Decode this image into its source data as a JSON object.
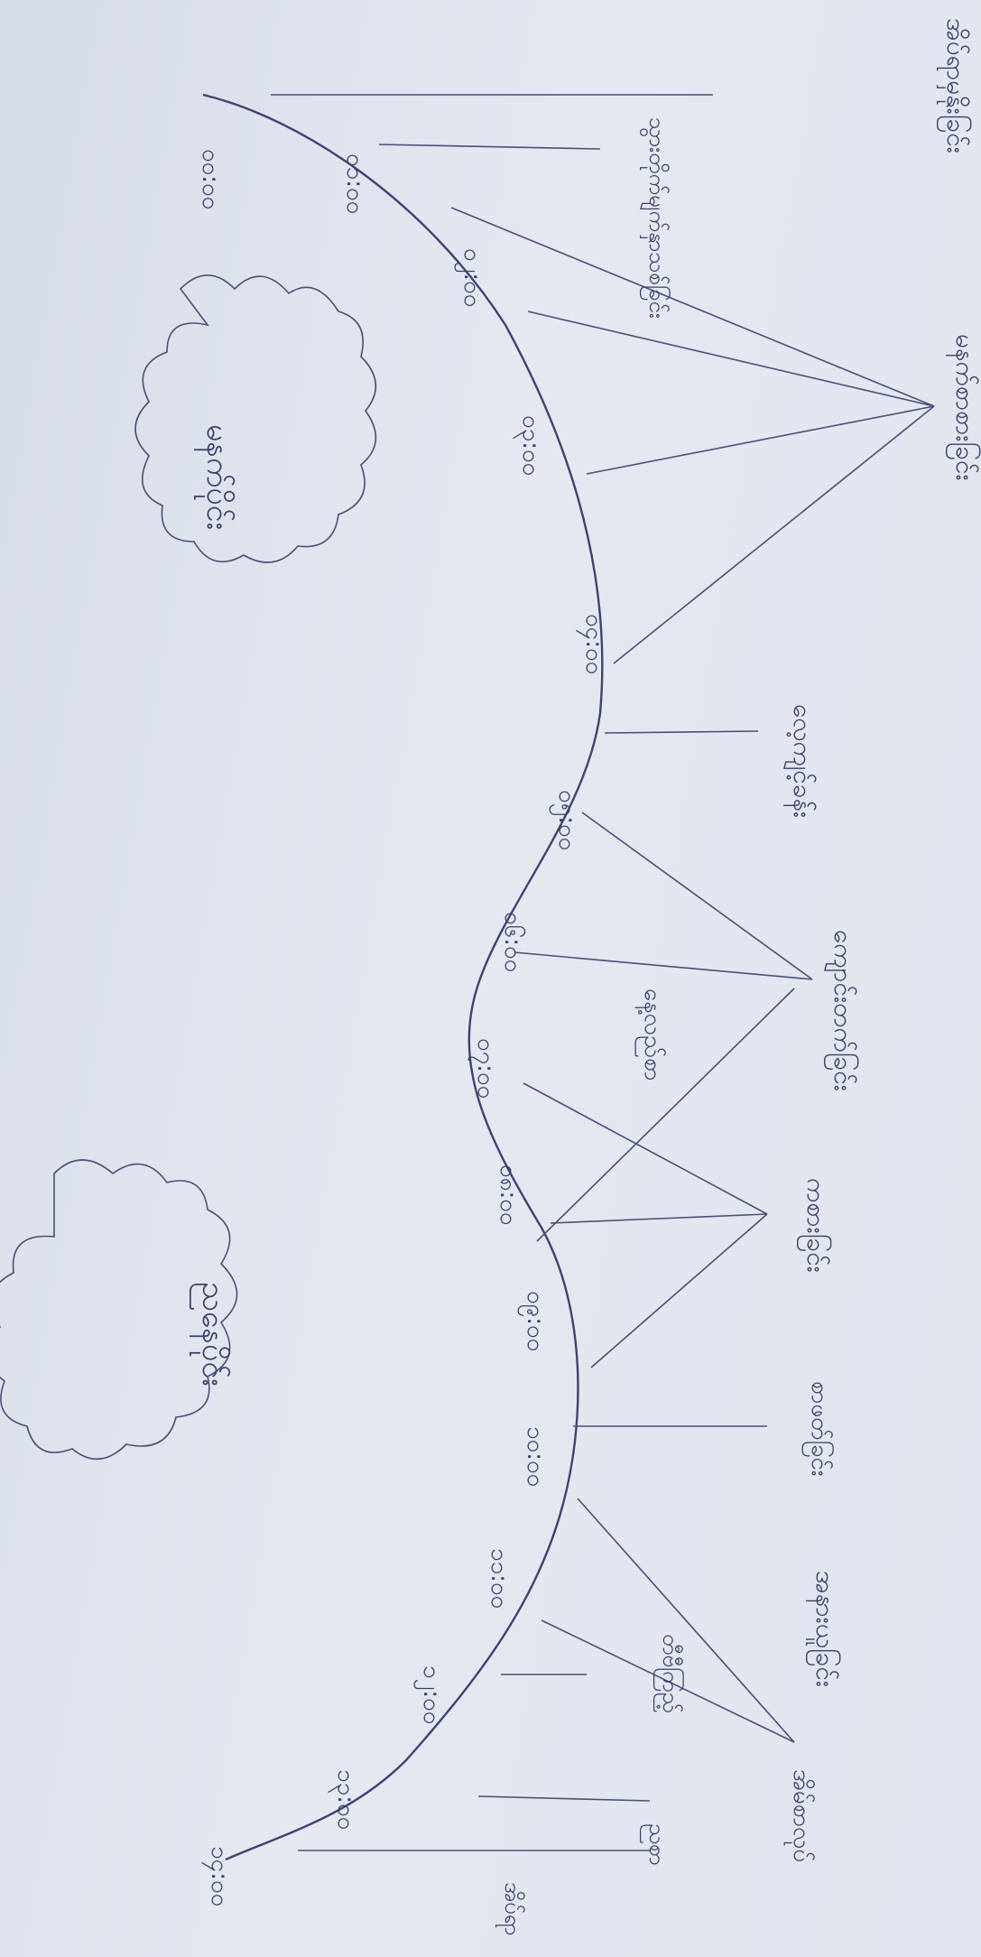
{
  "time_labels": [
    "၀၀:၀၀",
    "၀၁:၀၀",
    "၀၂:၀၀",
    "၀၃:၀၀",
    "၀၄:၀၀",
    "၀၅:၀၀",
    "၀၆:၀၀",
    "၀၇:၀၀",
    "၀၈:၀၀",
    "၀၉:၀၀",
    "၁၀:၀၀",
    "၁၁:၀၀",
    "၁၂:၀၀",
    "၁၃:၀၀",
    "၁၄:၀၀"
  ],
  "activities": {
    "wake_up": "အိပ်ရာမှနိုးခြင်း",
    "morning_routine": "သွားတိုက်မျက်နှာသစ်ခြင်း",
    "breakfast": "မနက်စာစားခြင်း",
    "exercise": "လေ့ကျင့်ခန်း",
    "school": "ကျောင်းတက်ခြင်း",
    "lunch": "နေ့လည်စာ",
    "play": "ကစားခြင်း",
    "study": "စာဖတ်ခြင်း",
    "rest": "အနားယူခြင်း",
    "tv": "တီဗီကြည့်",
    "homework": "အိမ်စာလုပ်",
    "dinner": "ညစာ",
    "bed": "အိပ်ရာ"
  },
  "clouds": {
    "morning_label": "မနက်ပိုင်း",
    "evening_label": "ညနေပိုင်း"
  }
}
